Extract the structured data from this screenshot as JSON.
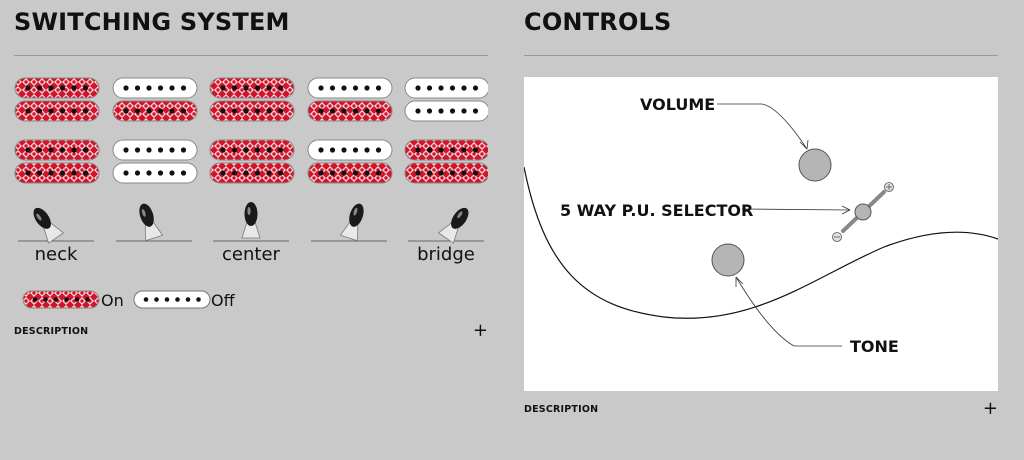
{
  "switching": {
    "title": "SWITCHING SYSTEM",
    "positions": [
      {
        "label": "neck",
        "coils": [
          "on",
          "on",
          "on",
          "on"
        ]
      },
      {
        "label": "",
        "coils": [
          "off",
          "on",
          "off",
          "off"
        ]
      },
      {
        "label": "center",
        "coils": [
          "on",
          "on",
          "on",
          "on"
        ]
      },
      {
        "label": "",
        "coils": [
          "off",
          "on",
          "off",
          "on"
        ]
      },
      {
        "label": "bridge",
        "coils": [
          "off",
          "off",
          "on",
          "on"
        ]
      }
    ],
    "legend": {
      "on_label": "On",
      "off_label": "Off"
    },
    "description_label": "DESCRIPTION"
  },
  "controls": {
    "title": "CONTROLS",
    "callouts": {
      "volume": "VOLUME",
      "selector": "5 WAY P.U. SELECTOR",
      "tone": "TONE"
    },
    "description_label": "DESCRIPTION"
  },
  "colors": {
    "on": "#d0142a",
    "off": "#ffffff",
    "knob": "#b5b5b5",
    "background": "#c9c9c9"
  },
  "icons": {
    "expand": "plus-icon"
  }
}
